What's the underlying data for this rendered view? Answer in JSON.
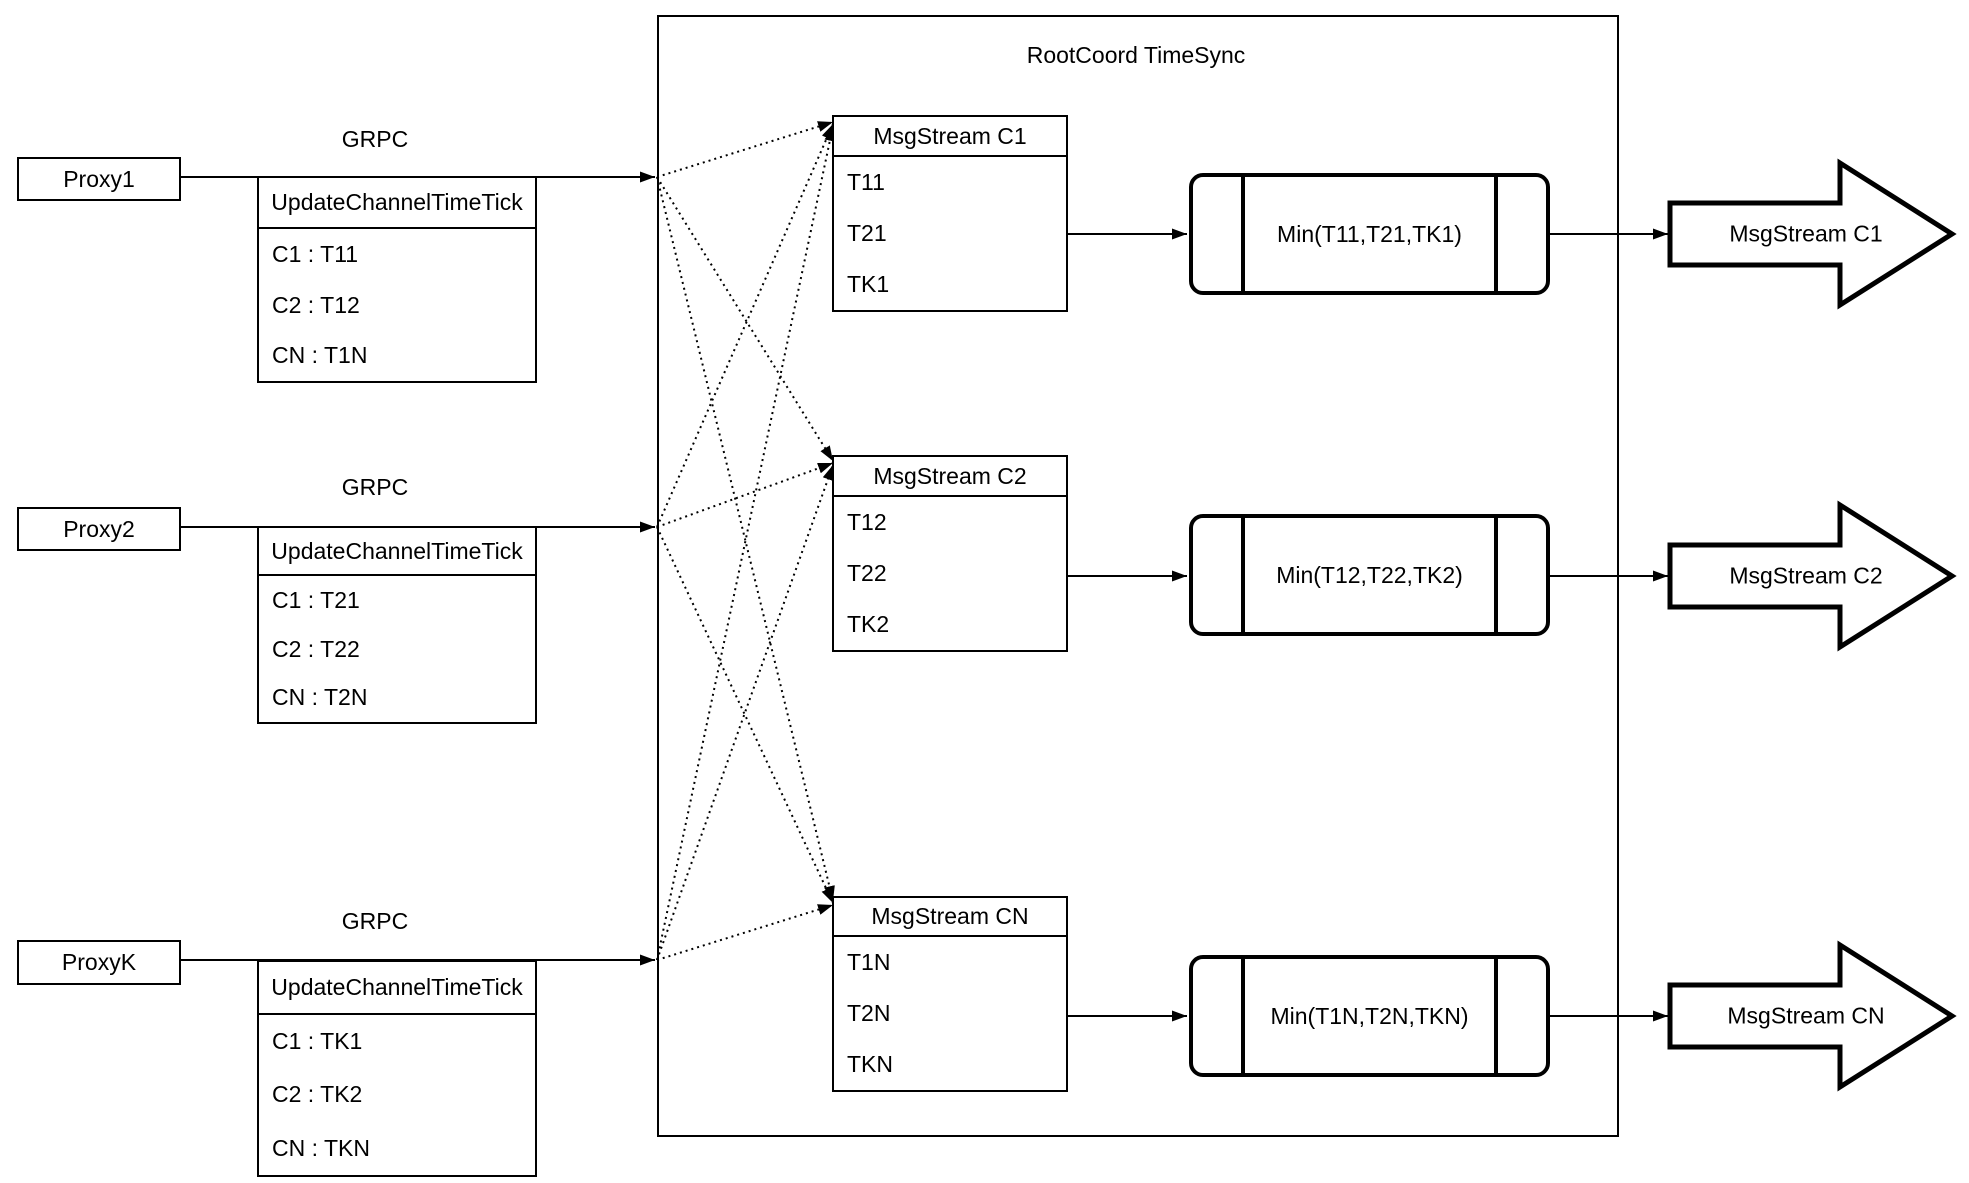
{
  "diagram": {
    "title": "RootCoord TimeSync",
    "rows": [
      {
        "proxy": "Proxy1",
        "grpc": "GRPC",
        "update_table": {
          "header": "UpdateChannelTimeTick",
          "rows": [
            "C1 : T11",
            "C2 : T12",
            "CN : T1N"
          ]
        },
        "msgstream_table": {
          "header": "MsgStream C1",
          "rows": [
            "T11",
            "T21",
            "TK1"
          ]
        },
        "min": "Min(T11,T21,TK1)",
        "output": "MsgStream C1"
      },
      {
        "proxy": "Proxy2",
        "grpc": "GRPC",
        "update_table": {
          "header": "UpdateChannelTimeTick",
          "rows": [
            "C1 : T21",
            "C2 : T22",
            "CN : T2N"
          ]
        },
        "msgstream_table": {
          "header": "MsgStream C2",
          "rows": [
            "T12",
            "T22",
            "TK2"
          ]
        },
        "min": "Min(T12,T22,TK2)",
        "output": "MsgStream C2"
      },
      {
        "proxy": "ProxyK",
        "grpc": "GRPC",
        "update_table": {
          "header": "UpdateChannelTimeTick",
          "rows": [
            "C1 : TK1",
            "C2 : TK2",
            "CN : TKN"
          ]
        },
        "msgstream_table": {
          "header": "MsgStream CN",
          "rows": [
            "T1N",
            "T2N",
            "TKN"
          ]
        },
        "min": "Min(T1N,T2N,TKN)",
        "output": "MsgStream CN"
      }
    ]
  }
}
